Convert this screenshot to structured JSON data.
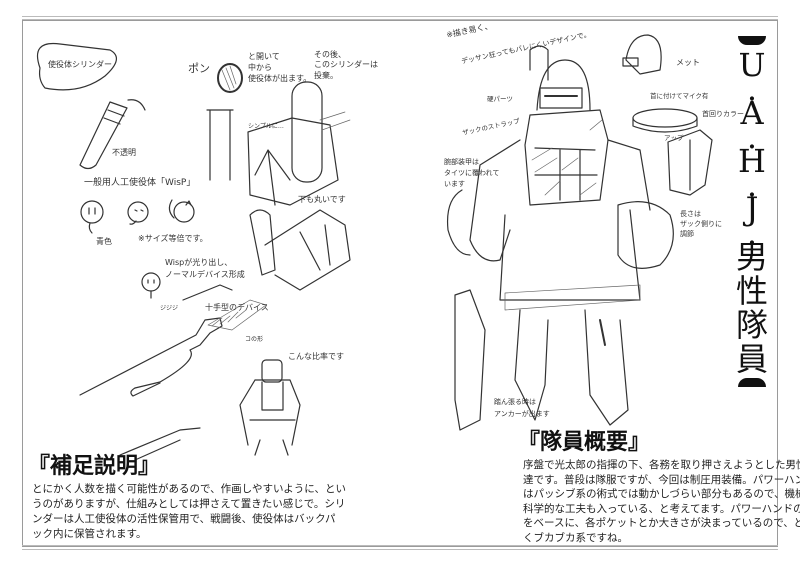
{
  "title": {
    "open_bracket": "【",
    "chars": [
      "U",
      ".",
      "A",
      ".",
      "H",
      ".",
      "J",
      ".",
      "男",
      "性",
      "隊",
      "員"
    ],
    "close_bracket": "】",
    "full": "【U.A.H.J.男性隊員】"
  },
  "left_section": {
    "heading": "『補足説明』",
    "lines": [
      "とにかく人数を描く可能性があるので、作画しやすいように、とい",
      "うのがありますが、仕組みとしては押さえて置きたい感じで。シリ",
      "ンダーは人工使役体の活性保管用で、戦闘後、使役体はバックパ",
      "ック内に保管されます。"
    ]
  },
  "right_section": {
    "heading": "『隊員概要』",
    "lines": [
      "序盤で光太郎の指揮の下、各務を取り押さえようとした男性隊員",
      "達です。普段は隊服ですが、今回は制圧用装備。パワーハンドなど",
      "はパッシブ系の術式では動かしづらい部分もあるので、機械、化",
      "科学的な工夫も入っている、と考えてます。パワーハンドの大きさ",
      "をベースに、各ポケットとか大きさが決まっているので、どことな",
      "くブカブカ系ですね。"
    ]
  },
  "sketch_notes": {
    "cylinder_label": "使役体シリンダー",
    "opaque": "不透明",
    "pon": "ポン",
    "opens": "と開いて",
    "from_inside": "中から",
    "servant_comes_out": "使役体が出ます。",
    "after_that": "その後、",
    "cylinder_discarded": "このシリンダーは",
    "discard": "投棄。",
    "simple": "シンプルに…",
    "bottom_round": "下も丸いです",
    "wisp_title": "一般用人工使役体「WisP」",
    "blue": "青色",
    "size_note": "※サイズ等倍です。",
    "wisp_glow": "Wispが光り出し、",
    "normal_device": "ノーマルデバイス形成",
    "jiji": "ジジジ",
    "cross_device": "十手型のデバイス",
    "rod_note": "コの形",
    "like_this": "こんな比率です",
    "design_note": "※描き易く、",
    "design_note2": "デッサン狂ってもバレにくいデザインで。",
    "helmet": "メット",
    "mic": "首に付けてマイク有",
    "collar": "首回りカラー",
    "hard_parts": "硬パーツ",
    "strap": "ザックのストラップ",
    "up": "アップ",
    "arm_note1": "腕部装甲は",
    "arm_note2": "タイツに覆われて",
    "arm_note3": "います",
    "length_note1": "長さは",
    "length_note2": "ザック側りに",
    "length_note3": "調節",
    "anchor_note1": "踏ん張る時は",
    "anchor_note2": "アンカーが出ます"
  }
}
